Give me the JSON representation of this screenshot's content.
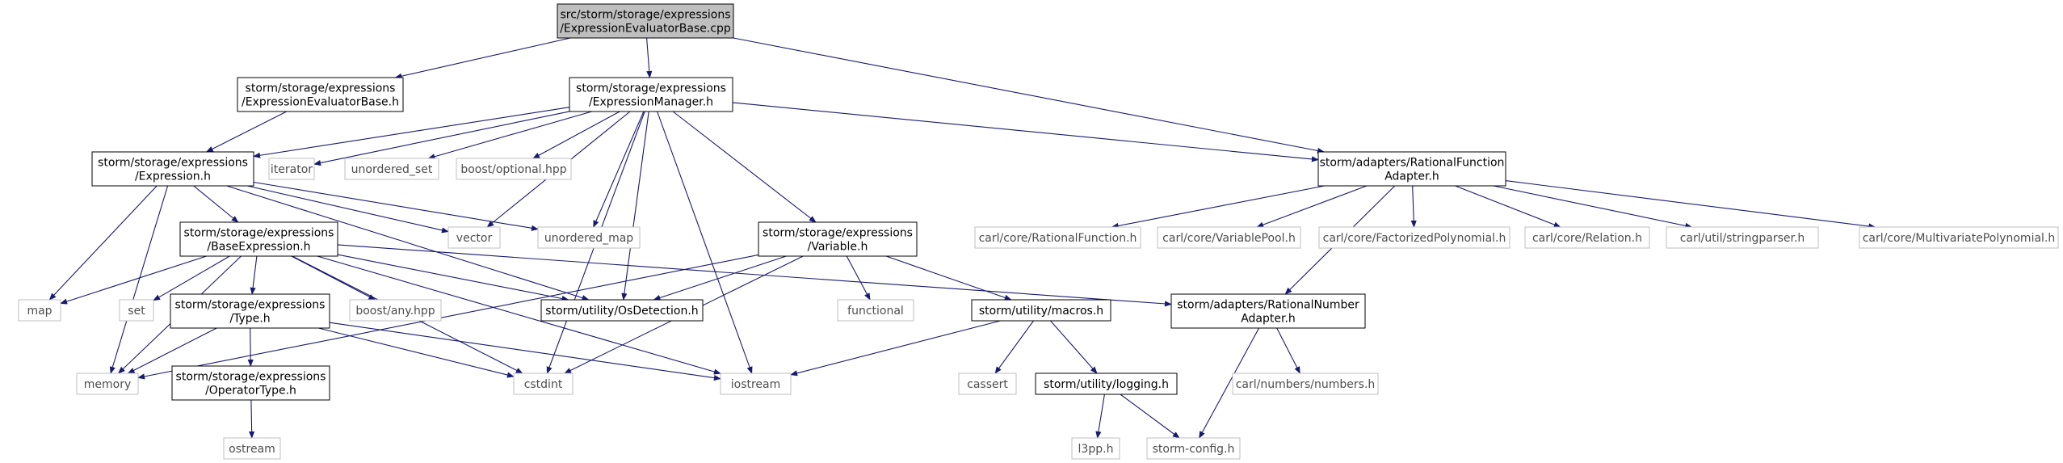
{
  "diagram": {
    "edge_color": "#191970",
    "root_fill": "#bfbfbf",
    "node_border": "#000000",
    "system_border": "#bfbfbf",
    "nodes": [
      {
        "id": "root",
        "lines": [
          "src/storm/storage/expressions",
          "/ExpressionEvaluatorBase.cpp"
        ],
        "kind": "root"
      },
      {
        "id": "eeb_h",
        "lines": [
          "storm/storage/expressions",
          "/ExpressionEvaluatorBase.h"
        ],
        "kind": "project"
      },
      {
        "id": "em_h",
        "lines": [
          "storm/storage/expressions",
          "/ExpressionManager.h"
        ],
        "kind": "project"
      },
      {
        "id": "rfa_h",
        "lines": [
          "storm/adapters/RationalFunction",
          "Adapter.h"
        ],
        "kind": "project"
      },
      {
        "id": "expr_h",
        "lines": [
          "storm/storage/expressions",
          "/Expression.h"
        ],
        "kind": "project"
      },
      {
        "id": "iterator",
        "lines": [
          "iterator"
        ],
        "kind": "system"
      },
      {
        "id": "unordered_set",
        "lines": [
          "unordered_set"
        ],
        "kind": "system"
      },
      {
        "id": "boost_optional",
        "lines": [
          "boost/optional.hpp"
        ],
        "kind": "system"
      },
      {
        "id": "vector",
        "lines": [
          "vector"
        ],
        "kind": "system"
      },
      {
        "id": "unordered_map",
        "lines": [
          "unordered_map"
        ],
        "kind": "system"
      },
      {
        "id": "baseexpr_h",
        "lines": [
          "storm/storage/expressions",
          "/BaseExpression.h"
        ],
        "kind": "project"
      },
      {
        "id": "var_h",
        "lines": [
          "storm/storage/expressions",
          "/Variable.h"
        ],
        "kind": "project"
      },
      {
        "id": "carl_rf",
        "lines": [
          "carl/core/RationalFunction.h"
        ],
        "kind": "system"
      },
      {
        "id": "carl_vp",
        "lines": [
          "carl/core/VariablePool.h"
        ],
        "kind": "system"
      },
      {
        "id": "carl_fp",
        "lines": [
          "carl/core/FactorizedPolynomial.h"
        ],
        "kind": "system"
      },
      {
        "id": "carl_rel",
        "lines": [
          "carl/core/Relation.h"
        ],
        "kind": "system"
      },
      {
        "id": "carl_sp",
        "lines": [
          "carl/util/stringparser.h"
        ],
        "kind": "system"
      },
      {
        "id": "carl_mp",
        "lines": [
          "carl/core/MultivariatePolynomial.h"
        ],
        "kind": "system"
      },
      {
        "id": "map",
        "lines": [
          "map"
        ],
        "kind": "system"
      },
      {
        "id": "set",
        "lines": [
          "set"
        ],
        "kind": "system"
      },
      {
        "id": "type_h",
        "lines": [
          "storm/storage/expressions",
          "/Type.h"
        ],
        "kind": "project"
      },
      {
        "id": "boost_any",
        "lines": [
          "boost/any.hpp"
        ],
        "kind": "system"
      },
      {
        "id": "osdet_h",
        "lines": [
          "storm/utility/OsDetection.h"
        ],
        "kind": "project"
      },
      {
        "id": "functional",
        "lines": [
          "functional"
        ],
        "kind": "system"
      },
      {
        "id": "macros_h",
        "lines": [
          "storm/utility/macros.h"
        ],
        "kind": "project"
      },
      {
        "id": "rna_h",
        "lines": [
          "storm/adapters/RationalNumber",
          "Adapter.h"
        ],
        "kind": "project"
      },
      {
        "id": "memory",
        "lines": [
          "memory"
        ],
        "kind": "system"
      },
      {
        "id": "cstdint",
        "lines": [
          "cstdint"
        ],
        "kind": "system"
      },
      {
        "id": "iostream",
        "lines": [
          "iostream"
        ],
        "kind": "system"
      },
      {
        "id": "cassert",
        "lines": [
          "cassert"
        ],
        "kind": "system"
      },
      {
        "id": "logging_h",
        "lines": [
          "storm/utility/logging.h"
        ],
        "kind": "project"
      },
      {
        "id": "carl_nn",
        "lines": [
          "carl/numbers/numbers.h"
        ],
        "kind": "system"
      },
      {
        "id": "optype_h",
        "lines": [
          "storm/storage/expressions",
          "/OperatorType.h"
        ],
        "kind": "project"
      },
      {
        "id": "ostream",
        "lines": [
          "ostream"
        ],
        "kind": "system"
      },
      {
        "id": "l3pp",
        "lines": [
          "l3pp.h"
        ],
        "kind": "system"
      },
      {
        "id": "storm_config",
        "lines": [
          "storm-config.h"
        ],
        "kind": "system"
      }
    ],
    "edges": [
      [
        "root",
        "eeb_h"
      ],
      [
        "root",
        "em_h"
      ],
      [
        "root",
        "rfa_h"
      ],
      [
        "eeb_h",
        "expr_h"
      ],
      [
        "em_h",
        "expr_h"
      ],
      [
        "em_h",
        "iterator"
      ],
      [
        "em_h",
        "unordered_set"
      ],
      [
        "em_h",
        "boost_optional"
      ],
      [
        "em_h",
        "vector"
      ],
      [
        "em_h",
        "unordered_map"
      ],
      [
        "em_h",
        "osdet_h"
      ],
      [
        "em_h",
        "cstdint"
      ],
      [
        "em_h",
        "iostream"
      ],
      [
        "em_h",
        "var_h"
      ],
      [
        "em_h",
        "rfa_h"
      ],
      [
        "expr_h",
        "memory"
      ],
      [
        "expr_h",
        "map"
      ],
      [
        "expr_h",
        "baseexpr_h"
      ],
      [
        "expr_h",
        "vector"
      ],
      [
        "expr_h",
        "unordered_map"
      ],
      [
        "expr_h",
        "osdet_h"
      ],
      [
        "baseexpr_h",
        "map"
      ],
      [
        "baseexpr_h",
        "set"
      ],
      [
        "baseexpr_h",
        "memory"
      ],
      [
        "baseexpr_h",
        "type_h"
      ],
      [
        "baseexpr_h",
        "boost_any"
      ],
      [
        "baseexpr_h",
        "osdet_h"
      ],
      [
        "baseexpr_h",
        "cstdint"
      ],
      [
        "baseexpr_h",
        "iostream"
      ],
      [
        "baseexpr_h",
        "rna_h"
      ],
      [
        "type_h",
        "memory"
      ],
      [
        "type_h",
        "optype_h"
      ],
      [
        "type_h",
        "cstdint"
      ],
      [
        "type_h",
        "iostream"
      ],
      [
        "optype_h",
        "ostream"
      ],
      [
        "var_h",
        "osdet_h"
      ],
      [
        "var_h",
        "functional"
      ],
      [
        "var_h",
        "macros_h"
      ],
      [
        "var_h",
        "memory"
      ],
      [
        "var_h",
        "cstdint"
      ],
      [
        "macros_h",
        "iostream"
      ],
      [
        "macros_h",
        "cassert"
      ],
      [
        "macros_h",
        "logging_h"
      ],
      [
        "logging_h",
        "l3pp"
      ],
      [
        "logging_h",
        "storm_config"
      ],
      [
        "rfa_h",
        "carl_rf"
      ],
      [
        "rfa_h",
        "carl_vp"
      ],
      [
        "rfa_h",
        "carl_fp"
      ],
      [
        "rfa_h",
        "carl_rel"
      ],
      [
        "rfa_h",
        "carl_sp"
      ],
      [
        "rfa_h",
        "carl_mp"
      ],
      [
        "rfa_h",
        "rna_h"
      ],
      [
        "rna_h",
        "carl_nn"
      ],
      [
        "rna_h",
        "storm_config"
      ]
    ]
  }
}
